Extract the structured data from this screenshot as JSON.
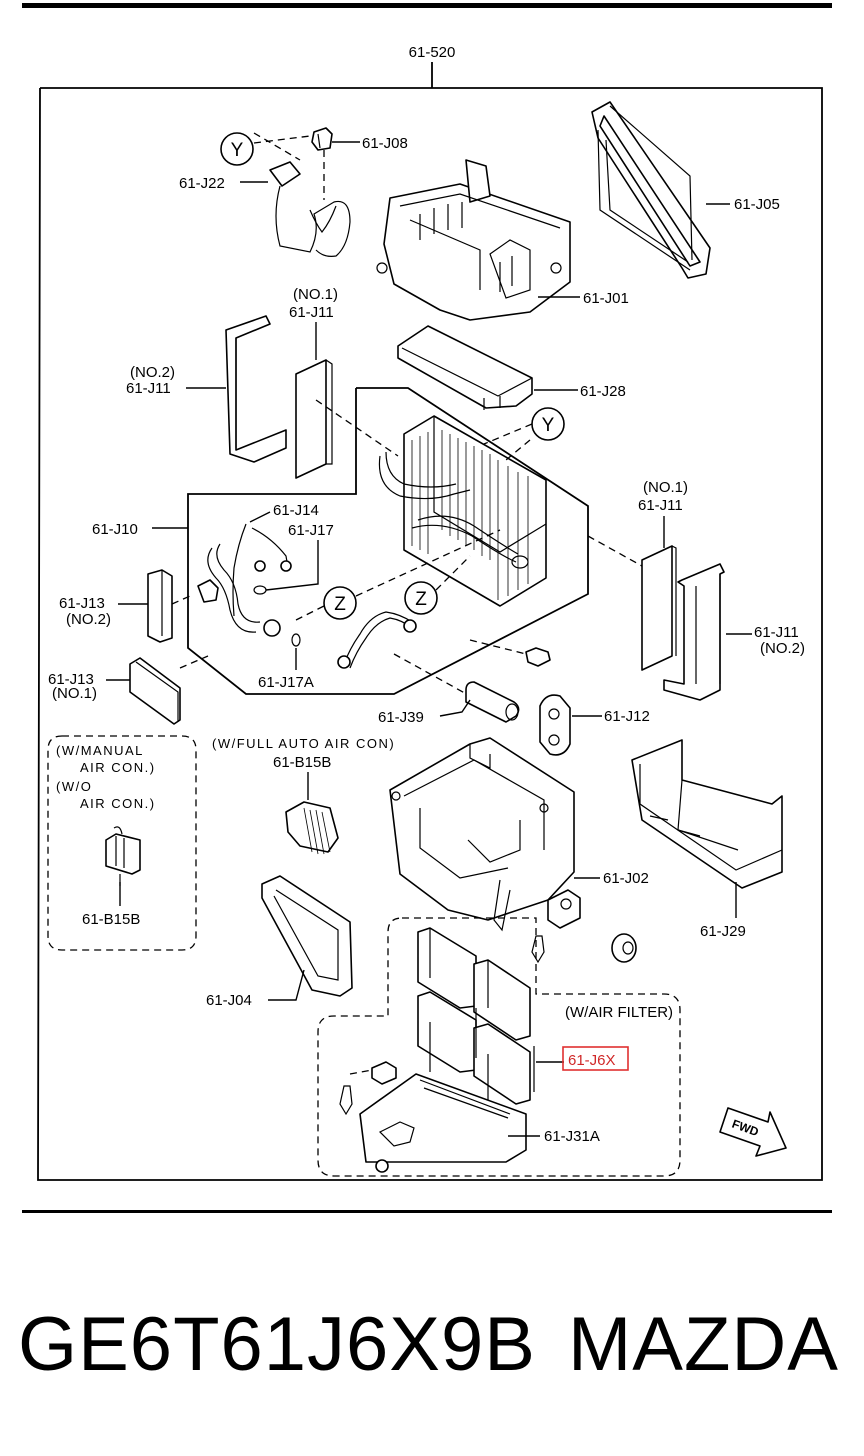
{
  "diagram": {
    "assembly_label": "61-520",
    "labels": {
      "j08": "61-J08",
      "j22": "61-J22",
      "j05": "61-J05",
      "j01": "61-J01",
      "j11_no1_tag": "(NO.1)",
      "j11_no1": "61-J11",
      "j11_no2_tag": "(NO.2)",
      "j11_no2": "61-J11",
      "j28": "61-J28",
      "j10": "61-J10",
      "j14": "61-J14",
      "j17": "61-J17",
      "j11_right_no1_tag": "(NO.1)",
      "j11_right_no1": "61-J11",
      "j13_no2": "61-J13",
      "j13_no2_tag": "(NO.2)",
      "j11_right_no2": "61-J11",
      "j11_right_no2_tag": "(NO.2)",
      "j13_no1": "61-J13",
      "j13_no1_tag": "(NO.1)",
      "j17a": "61-J17A",
      "j39": "61-J39",
      "j12": "61-J12",
      "b15b_top": "61-B15B",
      "b15b_bottom": "61-B15B",
      "j02": "61-J02",
      "j29": "61-J29",
      "j04": "61-J04",
      "j6x": "61-J6X",
      "j31a": "61-J31A"
    },
    "callouts": {
      "y1": "Y",
      "y2": "Y",
      "z1": "Z",
      "z2": "Z"
    },
    "notes": {
      "manual_line1": "(W/MANUAL",
      "manual_line2": "AIR CON.)",
      "wo_line1": "(W/O",
      "wo_line2": "AIR CON.)",
      "full_auto": "(W/FULL AUTO AIR CON)",
      "air_filter": "(W/AIR FILTER)"
    },
    "fwd_arrow": "FWD",
    "highlight_color": "#e03030"
  },
  "caption": {
    "part_number": "GE6T61J6X9B",
    "brand": "MAZDA"
  }
}
